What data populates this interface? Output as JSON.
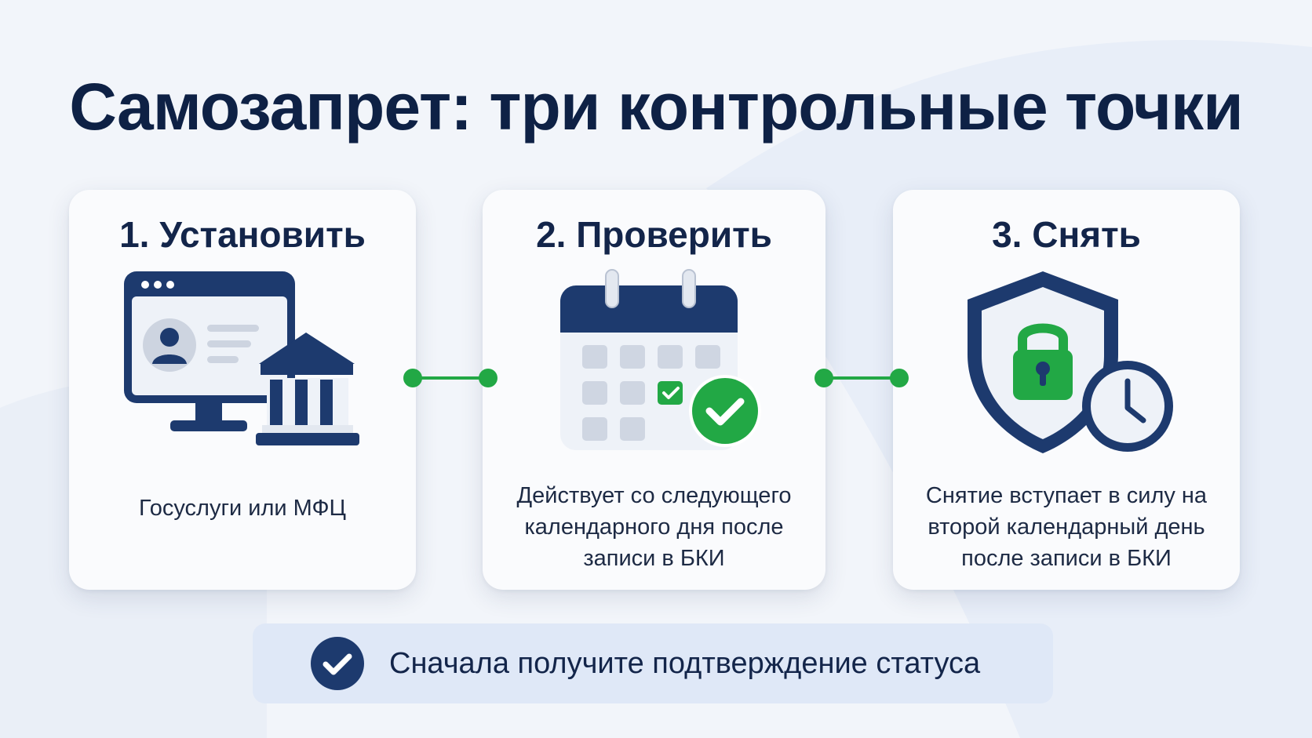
{
  "title": "Самозапрет: три контрольные точки",
  "colors": {
    "navy": "#1d3a6e",
    "dark_text": "#0e2145",
    "green": "#22a845",
    "light_gray": "#cfd6e2",
    "banner_bg": "#dfe8f7"
  },
  "steps": [
    {
      "title": "1. Установить",
      "description": "Госуслуги или МФЦ",
      "icon": "computer-with-government-building-icon"
    },
    {
      "title": "2. Проверить",
      "description": "Действует со следующего календарного дня после записи в БКИ",
      "icon": "calendar-with-check-icon"
    },
    {
      "title": "3. Снять",
      "description": "Снятие вступает в силу на второй календарный день после записи в БКИ",
      "icon": "shield-lock-clock-icon"
    }
  ],
  "banner": {
    "text": "Сначала получите подтверждение статуса",
    "icon": "checkmark-circle-icon"
  }
}
